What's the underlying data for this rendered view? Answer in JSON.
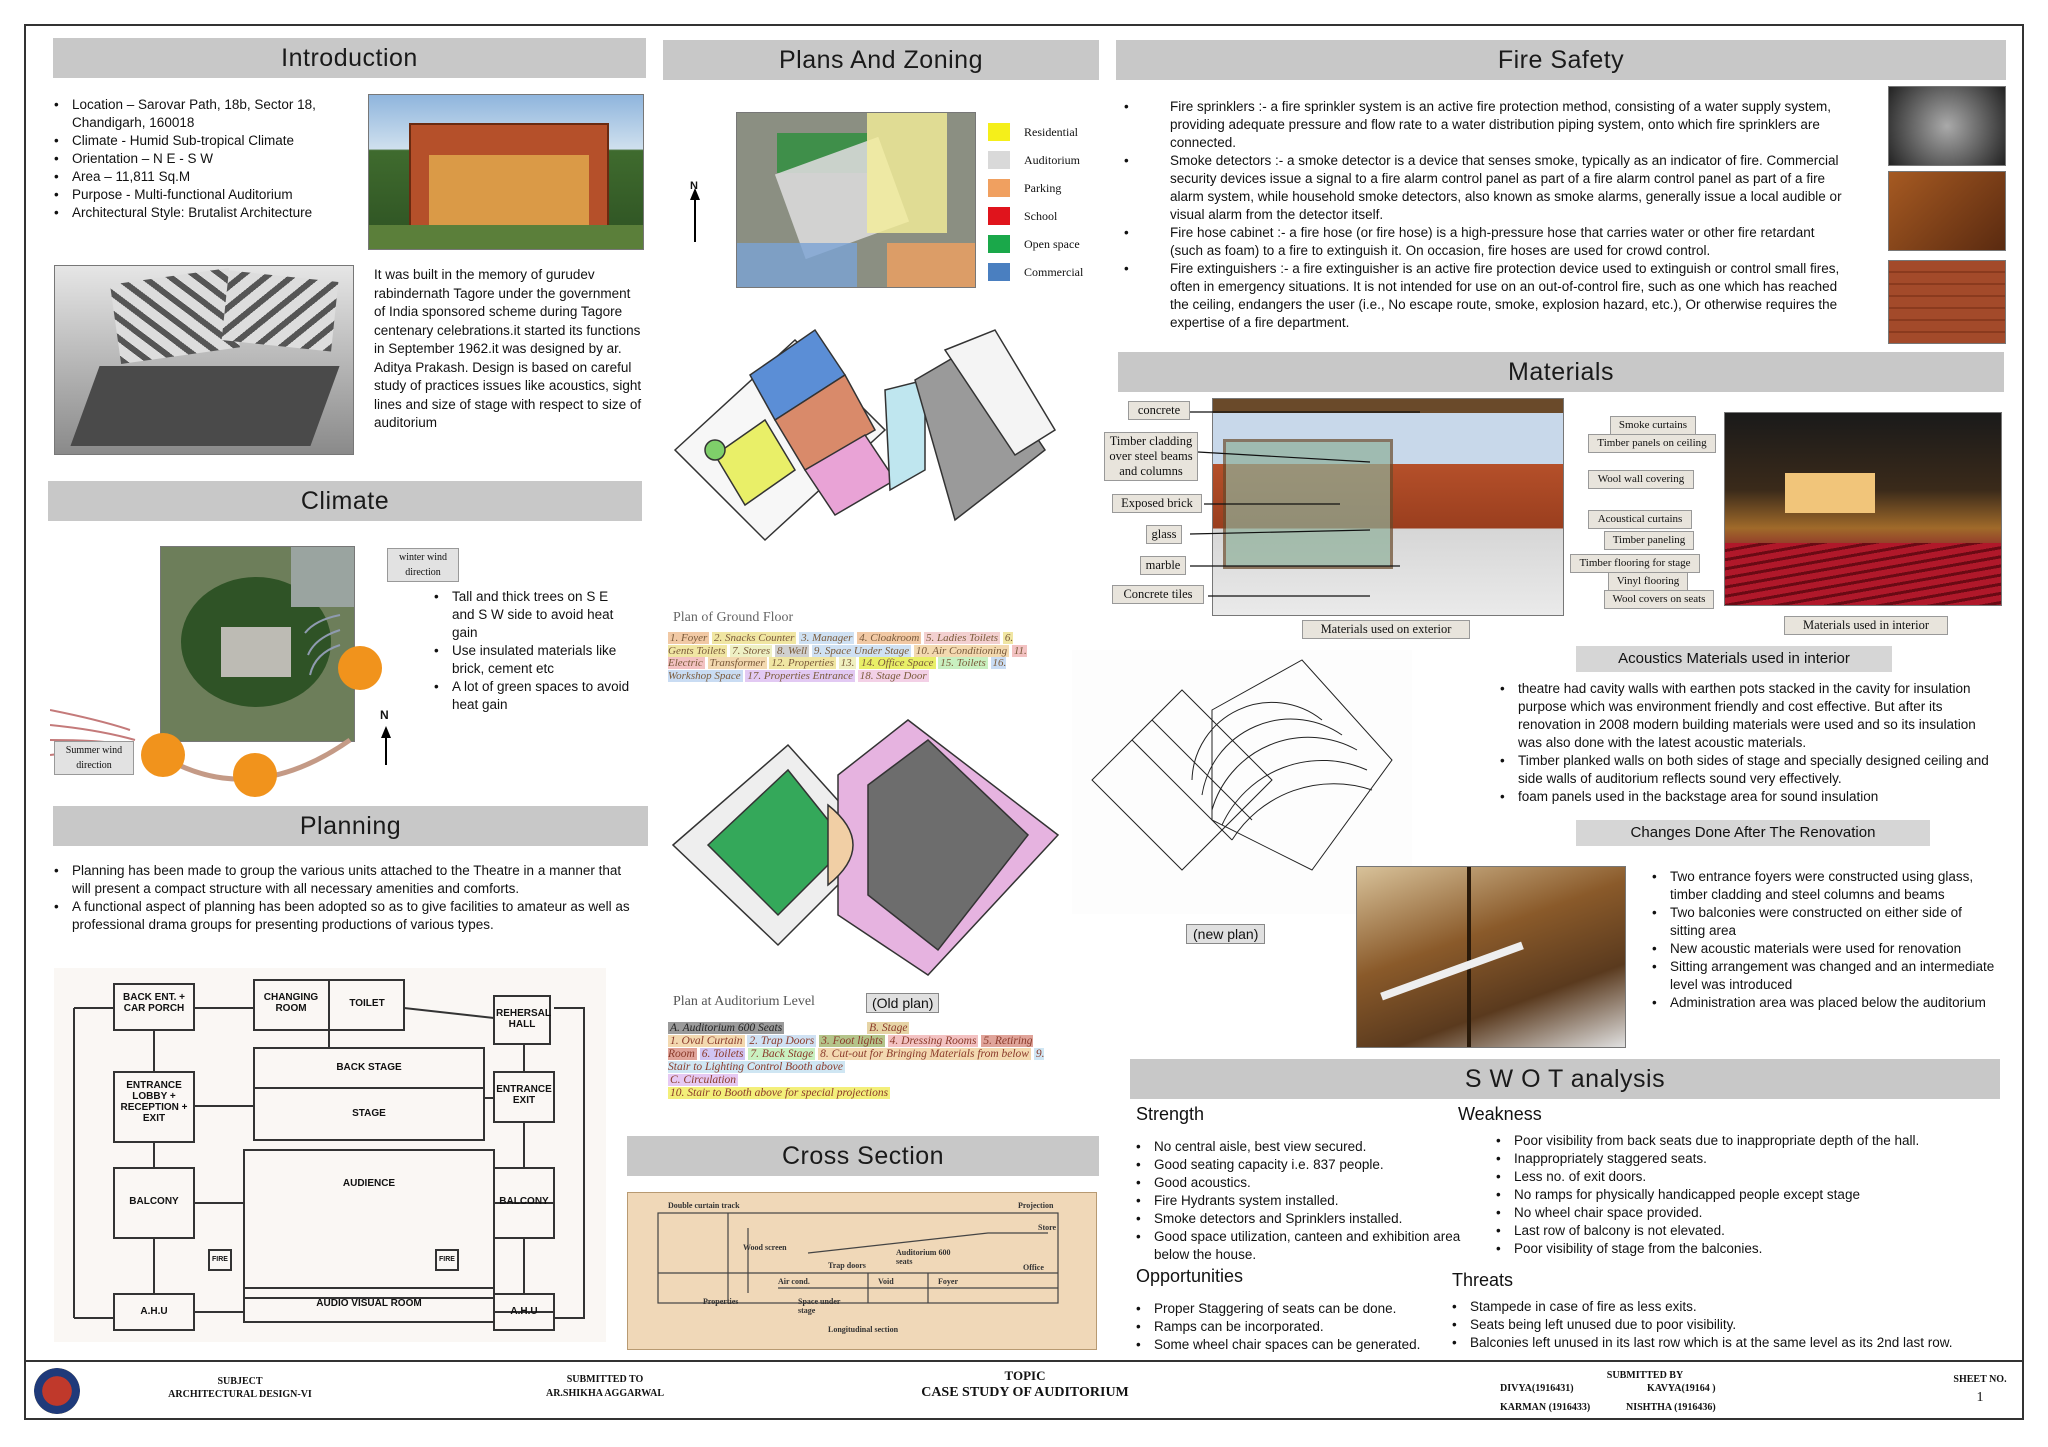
{
  "intro": {
    "title": "Introduction",
    "bullets": [
      "Location – Sarovar Path, 18b, Sector 18, Chandigarh, 160018",
      "Climate - Humid Sub-tropical Climate",
      "Orientation – N E - S W",
      "Area – 11,811 Sq.M",
      "Purpose - Multi-functional Auditorium",
      "Architectural Style: Brutalist Architecture"
    ],
    "history": "It was built in the memory of gurudev rabindernath Tagore under the government of India sponsored scheme during Tagore centenary celebrations.it started its functions in September 1962.it was designed by ar. Aditya Prakash. Design is based on careful study of practices issues like acoustics, sight lines and size of stage with respect to size of auditorium"
  },
  "climate": {
    "title": "Climate",
    "winter": "winter wind direction",
    "summer": "Summer wind direction",
    "north": "N",
    "bullets": [
      "Tall and thick trees on S E and S W side to avoid heat gain",
      "Use insulated materials like brick, cement etc",
      "A lot of green spaces to avoid heat gain"
    ]
  },
  "planning": {
    "title": "Planning",
    "bullets": [
      "Planning has been made to group the various units attached to the Theatre in a manner that will present a compact structure with all necessary amenities and comforts.",
      "A functional aspect of planning has been adopted so as to give facilities to amateur as well as professional drama groups for presenting productions of various types."
    ],
    "diagram": {
      "back_ent": "BACK ENT. + CAR PORCH",
      "changing": "CHANGING ROOM",
      "toilet": "TOILET",
      "rehearsal": "REHERSAL HALL",
      "back_stage": "BACK STAGE",
      "stage": "STAGE",
      "entrance_lobby": "ENTRANCE LOBBY + RECEPTION + EXIT",
      "entrance_exit": "ENTRANCE EXIT",
      "balcony_l": "BALCONY",
      "balcony_r": "BALCONY",
      "audience": "AUDIENCE",
      "fire_l": "FIRE",
      "fire_r": "FIRE",
      "ahu_l": "A.H.U",
      "ahu_r": "A.H.U",
      "audio_visual": "AUDIO VISUAL ROOM"
    }
  },
  "plans": {
    "title": "Plans And Zoning",
    "north": "N",
    "legend": [
      {
        "label": "Residential",
        "color": "#f5ef1a"
      },
      {
        "label": "Auditorium",
        "color": "#d9d9d9"
      },
      {
        "label": "Parking",
        "color": "#f0a060"
      },
      {
        "label": "School",
        "color": "#e0141c"
      },
      {
        "label": "Open space",
        "color": "#1aa84a"
      },
      {
        "label": "Commercial",
        "color": "#4a7fc0"
      }
    ],
    "ground_title": "Plan of Ground Floor",
    "ground_items": [
      "1. Foyer",
      "2. Snacks Counter",
      "3. Manager",
      "4. Cloakroom",
      "5. Ladies Toilets",
      "6. Gents Toilets",
      "7. Stores",
      "8. Well",
      "9. Space Under Stage",
      "10. Air Conditioning",
      "11. Electric",
      "Transformer",
      "12. Properties",
      "13.",
      "14. Office Space",
      "15. Toilets",
      "16. Workshop Space",
      "17. Properties Entrance",
      "18. Stage Door"
    ],
    "aud_title": "Plan at Auditorium Level",
    "old_plan": "(Old plan)",
    "aud_items": [
      "A. Auditorium 600 Seats",
      "B. Stage",
      "1. Oval Curtain",
      "2. Trap Doors",
      "3. Foot lights",
      "4. Dressing Rooms",
      "5. Retiring Room",
      "6. Toilets",
      "7. Back Stage",
      "8. Cut-out for Bringing Materials from below",
      "9. Stair to Lighting Control Booth above",
      "C. Circulation",
      "10. Stair to Booth above for special projections"
    ]
  },
  "cross": {
    "title": "Cross Section",
    "labels": [
      "Double curtain track",
      "Projection",
      "Wood screen",
      "Trap doors",
      "Auditorium 600 seats",
      "Store",
      "Air cond.",
      "Void",
      "Foyer",
      "Office",
      "Properties",
      "Space under stage",
      "Longitudinal section"
    ]
  },
  "fire": {
    "title": "Fire Safety",
    "bullets": [
      "Fire sprinklers :- a fire sprinkler system is an active fire protection method, consisting of a water supply system, providing adequate pressure and flow rate to a water distribution piping system, onto which fire sprinklers are connected.",
      "Smoke detectors :- a smoke detector is a device that senses smoke, typically as an indicator of fire. Commercial security devices issue a signal to a fire alarm control panel as part of a fire alarm control panel as part of a fire alarm system, while household smoke detectors, also known as smoke alarms, generally issue a local audible or visual alarm from the detector itself.",
      "Fire hose cabinet :- a fire hose (or fire hose) is a high-pressure hose that carries water or other fire retardant (such as foam) to a fire to extinguish it. On occasion, fire hoses are used for crowd control.",
      "Fire extinguishers :- a fire extinguisher is an active fire protection device used to extinguish or control small fires, often in emergency situations. It is not intended for use on an out-of-control fire, such as one which has reached the ceiling, endangers the user (i.e., No escape route, smoke, explosion hazard, etc.), Or otherwise requires the expertise of a fire department."
    ]
  },
  "materials": {
    "title": "Materials",
    "exterior_tags": [
      "concrete",
      "Timber cladding over steel beams and columns",
      "Exposed brick",
      "glass",
      "marble",
      "Concrete tiles"
    ],
    "exterior_caption": "Materials used on exterior",
    "interior_tags": [
      "Smoke curtains",
      "Timber panels on ceiling",
      "Wool wall covering",
      "Acoustical curtains",
      "Timber paneling",
      "Timber flooring for stage",
      "Vinyl flooring",
      "Wool covers on seats"
    ],
    "interior_caption": "Materials used in interior"
  },
  "acoustics": {
    "title": "Acoustics Materials used in interior",
    "bullets": [
      "theatre had cavity walls with earthen pots stacked in the cavity for insulation purpose which was environment friendly and cost effective. But after its renovation in 2008 modern building materials were used and so its insulation was also done with the latest acoustic materials.",
      "Timber planked walls on both sides of stage and specially designed ceiling and side walls of auditorium reflects sound very effectively.",
      "foam panels used in the backstage area for sound insulation"
    ]
  },
  "changes": {
    "title": "Changes Done After The Renovation",
    "new_plan": "(new plan)",
    "bullets": [
      "Two entrance foyers were constructed using glass, timber cladding and steel columns and beams",
      "Two balconies were constructed on either side of sitting area",
      "New acoustic materials were used for renovation",
      "Sitting arrangement was changed and an intermediate level was introduced",
      "Administration area was placed below the auditorium"
    ]
  },
  "swot": {
    "title": "S W O T analysis",
    "strength_title": "Strength",
    "strength": [
      "No central aisle, best view secured.",
      "Good seating capacity i.e. 837 people.",
      "Good acoustics.",
      "Fire Hydrants system installed.",
      "Smoke detectors and Sprinklers installed.",
      "Good space utilization, canteen and exhibition area below the house."
    ],
    "weakness_title": "Weakness",
    "weakness": [
      "Poor visibility from back seats due to inappropriate depth of the hall.",
      "Inappropriately staggered seats.",
      "Less no. of exit doors.",
      "No ramps for physically handicapped people except stage",
      "No wheel chair space provided.",
      "Last row of balcony is not elevated.",
      "Poor visibility of stage from the balconies."
    ],
    "opp_title": "Opportunities",
    "opportunities": [
      "Proper Staggering of seats can be done.",
      "Ramps can be incorporated.",
      "Some wheel chair spaces can be generated."
    ],
    "threat_title": "Threats",
    "threats": [
      "Stampede in case of fire as less exits.",
      "Seats being left unused due to poor visibility.",
      "Balconies left unused in its last row which is at the same level as its 2nd last row."
    ]
  },
  "footer": {
    "subject_label": "SUBJECT",
    "subject": "ARCHITECTURAL DESIGN-VI",
    "submitted_to_label": "SUBMITTED TO",
    "submitted_to": "AR.SHIKHA AGGARWAL",
    "topic_label": "TOPIC",
    "topic": "CASE STUDY OF AUDITORIUM",
    "submitted_by_label": "SUBMITTED BY",
    "names": [
      "DIVYA(1916431)",
      "KAVYA(19164 )",
      "KARMAN (1916433)",
      "NISHTHA (1916436)"
    ],
    "sheet_label": "SHEET NO.",
    "sheet": "1"
  },
  "colors": {
    "header_bg": "#c8c8c8",
    "brick": "#b5502a",
    "sky": "#7fa9d6",
    "foliage": "#3d6b2e"
  }
}
